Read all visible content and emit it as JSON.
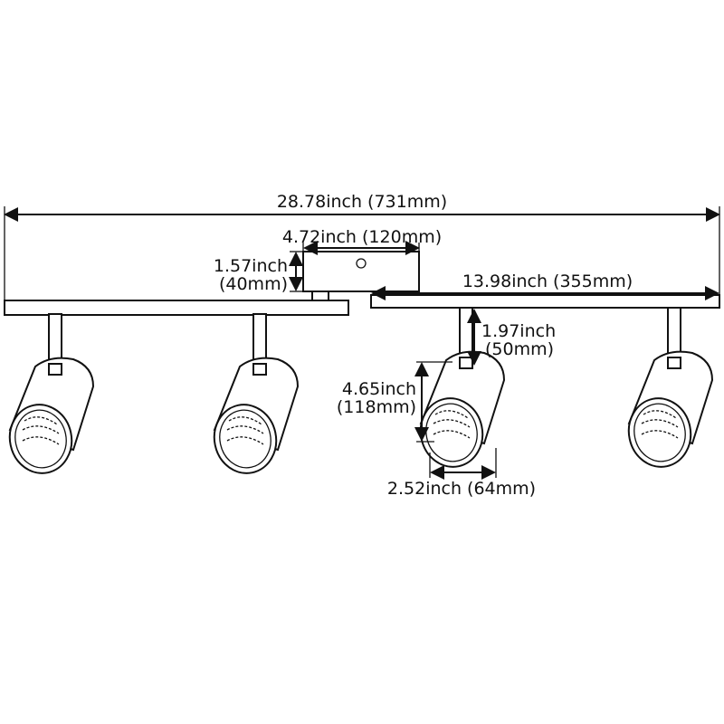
{
  "dimensions": {
    "total_length": "28.78inch (731mm)",
    "canopy_width": "4.72inch (120mm)",
    "canopy_height_inch": "1.57inch",
    "canopy_height_mm": "(40mm)",
    "arm_length": "13.98inch (355mm)",
    "stem_height_inch": "1.97inch",
    "stem_height_mm": "(50mm)",
    "head_length_inch": "4.65inch",
    "head_length_mm": "(118mm)",
    "head_diameter": "2.52inch (64mm)"
  }
}
